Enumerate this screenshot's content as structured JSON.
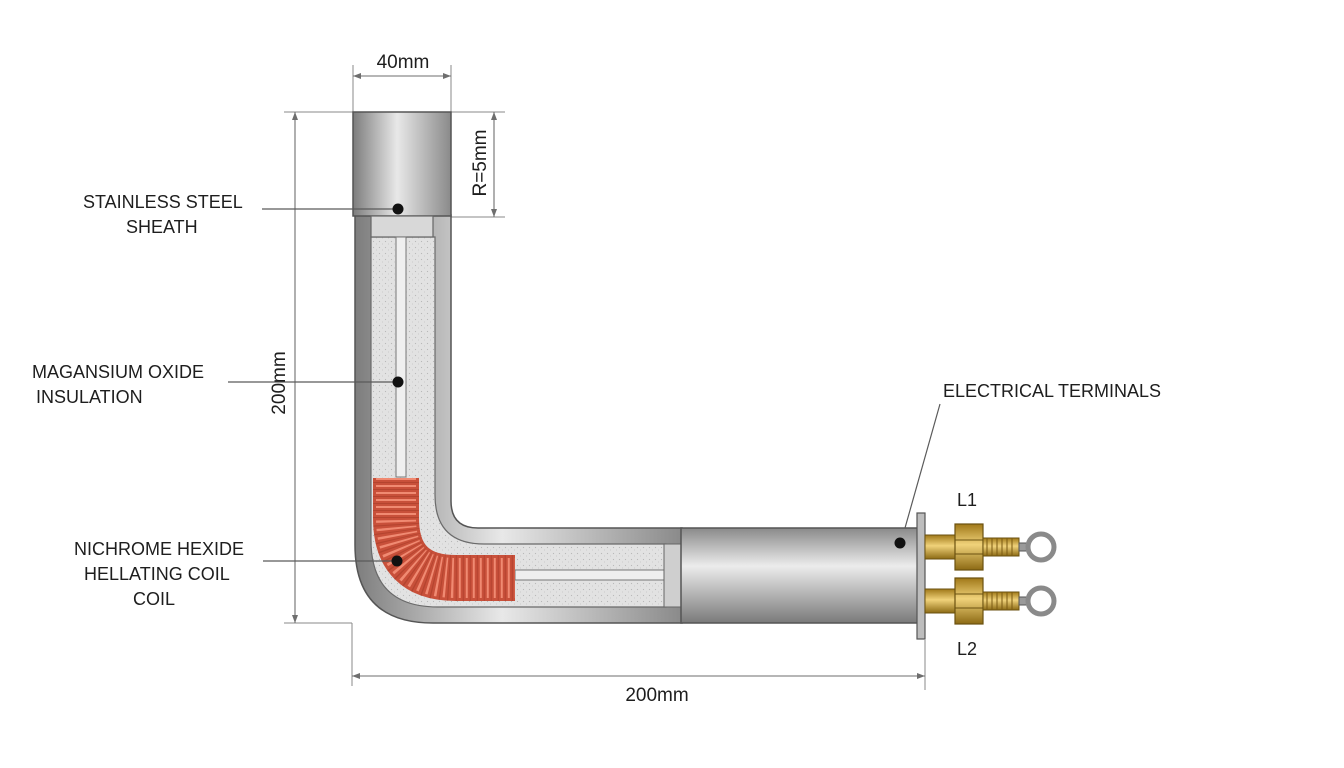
{
  "labels": {
    "sheath": [
      "STAINLESS STEEL",
      "SHEATH"
    ],
    "insulation": [
      "MAGANSIUM OXIDE",
      "INSULATION"
    ],
    "coil": [
      "NICHROME HEXIDE",
      "HELLATING COIL",
      "COIL"
    ],
    "terminals": "ELECTRICAL TERMINALS",
    "l1": "L1",
    "l2": "L2"
  },
  "dimensions": {
    "top_width": "40mm",
    "radius": "R=5mm",
    "height": "200mm",
    "length": "200mm"
  },
  "colors": {
    "steel": "#9a9a9a",
    "insulation": "#dedede",
    "coil": "#d9604a",
    "brass": "#c9a23a"
  }
}
